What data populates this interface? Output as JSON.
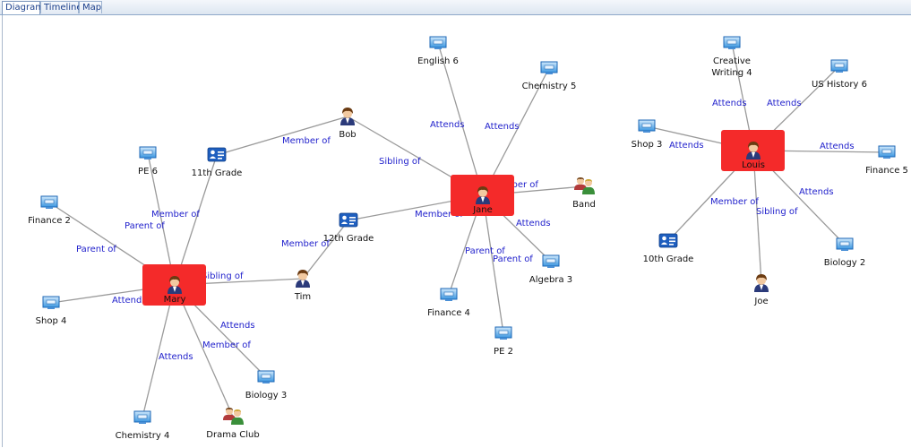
{
  "tabs": [
    {
      "label": "Diagram",
      "active": true
    },
    {
      "label": "Timeline",
      "active": false
    },
    {
      "label": "Map",
      "active": false
    }
  ],
  "colors": {
    "edge": "#9a9a9a",
    "edge_label": "#2222cc",
    "highlight": "#f42a2a"
  },
  "nodes": [
    {
      "id": "mary",
      "type": "person",
      "highlighted": true,
      "label": [
        "Mary"
      ]
    },
    {
      "id": "jane",
      "type": "person",
      "highlighted": true,
      "label": [
        "Jane"
      ]
    },
    {
      "id": "louis",
      "type": "person",
      "highlighted": true,
      "label": [
        "Louis"
      ]
    },
    {
      "id": "bob",
      "type": "person",
      "label": [
        "Bob"
      ]
    },
    {
      "id": "tim",
      "type": "person",
      "label": [
        "Tim"
      ]
    },
    {
      "id": "joe",
      "type": "person",
      "label": [
        "Joe"
      ]
    },
    {
      "id": "g11",
      "type": "grade",
      "label": [
        "11th Grade"
      ]
    },
    {
      "id": "g12",
      "type": "grade",
      "label": [
        "12th Grade"
      ]
    },
    {
      "id": "g10",
      "type": "grade",
      "label": [
        "10th Grade"
      ]
    },
    {
      "id": "band",
      "type": "group",
      "label": [
        "Band"
      ]
    },
    {
      "id": "drama",
      "type": "group",
      "label": [
        "Drama Club"
      ]
    },
    {
      "id": "pe6",
      "type": "class",
      "label": [
        "PE 6"
      ]
    },
    {
      "id": "fin2",
      "type": "class",
      "label": [
        "Finance 2"
      ]
    },
    {
      "id": "shop4",
      "type": "class",
      "label": [
        "Shop 4"
      ]
    },
    {
      "id": "chem4",
      "type": "class",
      "label": [
        "Chemistry 4"
      ]
    },
    {
      "id": "bio3",
      "type": "class",
      "label": [
        "Biology 3"
      ]
    },
    {
      "id": "eng6",
      "type": "class",
      "label": [
        "English 6"
      ]
    },
    {
      "id": "chem5",
      "type": "class",
      "label": [
        "Chemistry 5"
      ]
    },
    {
      "id": "alg3",
      "type": "class",
      "label": [
        "Algebra 3"
      ]
    },
    {
      "id": "fin4",
      "type": "class",
      "label": [
        "Finance 4"
      ]
    },
    {
      "id": "pe2",
      "type": "class",
      "label": [
        "PE 2"
      ]
    },
    {
      "id": "cw4",
      "type": "class",
      "label": [
        "Creative",
        "Writing 4"
      ]
    },
    {
      "id": "ush6",
      "type": "class",
      "label": [
        "US History 6"
      ]
    },
    {
      "id": "shop3",
      "type": "class",
      "label": [
        "Shop 3"
      ]
    },
    {
      "id": "fin5",
      "type": "class",
      "label": [
        "Finance 5"
      ]
    },
    {
      "id": "bio2",
      "type": "class",
      "label": [
        "Biology 2"
      ]
    }
  ],
  "edges": [
    {
      "from": "mary",
      "to": "pe6",
      "label": "Parent of"
    },
    {
      "from": "mary",
      "to": "fin2",
      "label": "Parent of"
    },
    {
      "from": "mary",
      "to": "g11",
      "label": "Member of"
    },
    {
      "from": "mary",
      "to": "shop4",
      "label": "Attends"
    },
    {
      "from": "mary",
      "to": "chem4",
      "label": "Attends"
    },
    {
      "from": "mary",
      "to": "drama",
      "label": "Member of"
    },
    {
      "from": "mary",
      "to": "bio3",
      "label": "Attends"
    },
    {
      "from": "mary",
      "to": "tim",
      "label": "Sibling of"
    },
    {
      "from": "g11",
      "to": "bob",
      "label": "Member of"
    },
    {
      "from": "tim",
      "to": "g12",
      "label": "Member of"
    },
    {
      "from": "bob",
      "to": "jane",
      "label": "Sibling of"
    },
    {
      "from": "g12",
      "to": "jane",
      "label": "Member of"
    },
    {
      "from": "jane",
      "to": "eng6",
      "label": "Attends"
    },
    {
      "from": "jane",
      "to": "chem5",
      "label": "Attends"
    },
    {
      "from": "jane",
      "to": "band",
      "label": "Member of"
    },
    {
      "from": "jane",
      "to": "alg3",
      "label": "Attends"
    },
    {
      "from": "jane",
      "to": "fin4",
      "label": "Parent of"
    },
    {
      "from": "jane",
      "to": "pe2",
      "label": "Parent of"
    },
    {
      "from": "louis",
      "to": "cw4",
      "label": "Attends"
    },
    {
      "from": "louis",
      "to": "ush6",
      "label": "Attends"
    },
    {
      "from": "louis",
      "to": "shop3",
      "label": "Attends"
    },
    {
      "from": "louis",
      "to": "fin5",
      "label": "Attends"
    },
    {
      "from": "louis",
      "to": "g10",
      "label": "Member of"
    },
    {
      "from": "louis",
      "to": "joe",
      "label": "Sibling of"
    },
    {
      "from": "louis",
      "to": "bio2",
      "label": "Attends"
    }
  ]
}
